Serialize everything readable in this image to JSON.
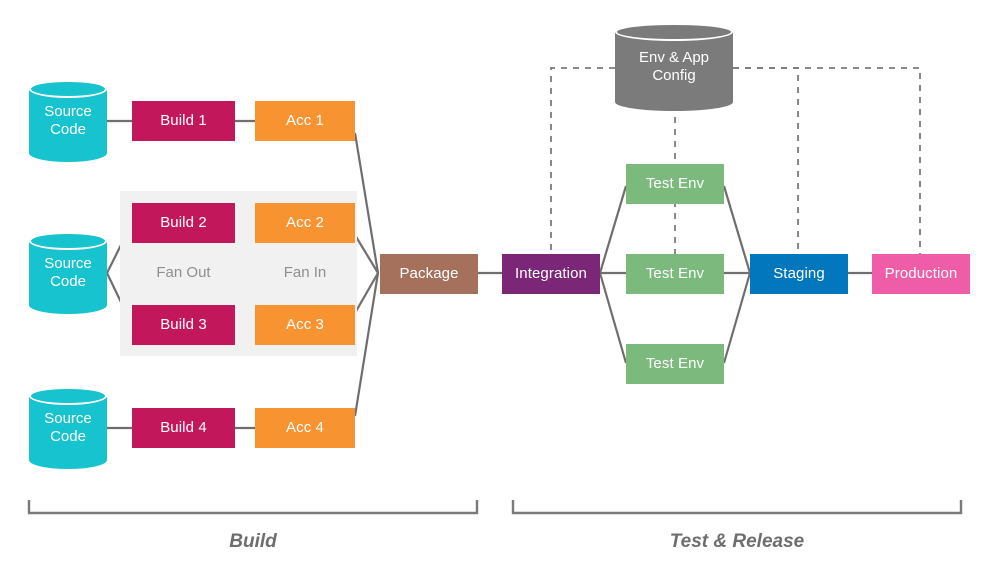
{
  "diagram": {
    "title": "CI/CD pipeline diagram",
    "background": "#ffffff",
    "colors": {
      "source_cylinder": "#17c3ce",
      "build": "#c2185b",
      "acc": "#f79331",
      "package": "#a5715c",
      "integration": "#7b2676",
      "test_env": "#7cb97c",
      "staging": "#0277bd",
      "production": "#ef5da8",
      "config_cylinder": "#7b7b7b",
      "panel": "#f1f1f1",
      "edge": "#6e6e6e",
      "muted_text": "#8f8f8f"
    },
    "sources": [
      {
        "label": "Source\nCode"
      },
      {
        "label": "Source\nCode"
      },
      {
        "label": "Source\nCode"
      }
    ],
    "builds": [
      {
        "label": "Build 1"
      },
      {
        "label": "Build 2"
      },
      {
        "label": "Build 3"
      },
      {
        "label": "Build 4"
      }
    ],
    "accs": [
      {
        "label": "Acc 1"
      },
      {
        "label": "Acc 2"
      },
      {
        "label": "Acc 3"
      },
      {
        "label": "Acc 4"
      }
    ],
    "fan_out_label": "Fan Out",
    "fan_in_label": "Fan In",
    "package": {
      "label": "Package"
    },
    "integration": {
      "label": "Integration"
    },
    "test_envs": [
      {
        "label": "Test Env"
      },
      {
        "label": "Test Env"
      },
      {
        "label": "Test Env"
      }
    ],
    "staging": {
      "label": "Staging"
    },
    "production": {
      "label": "Production"
    },
    "config_store": {
      "label": "Env & App\nConfig"
    },
    "phases": [
      {
        "label": "Build"
      },
      {
        "label": "Test & Release"
      }
    ]
  }
}
